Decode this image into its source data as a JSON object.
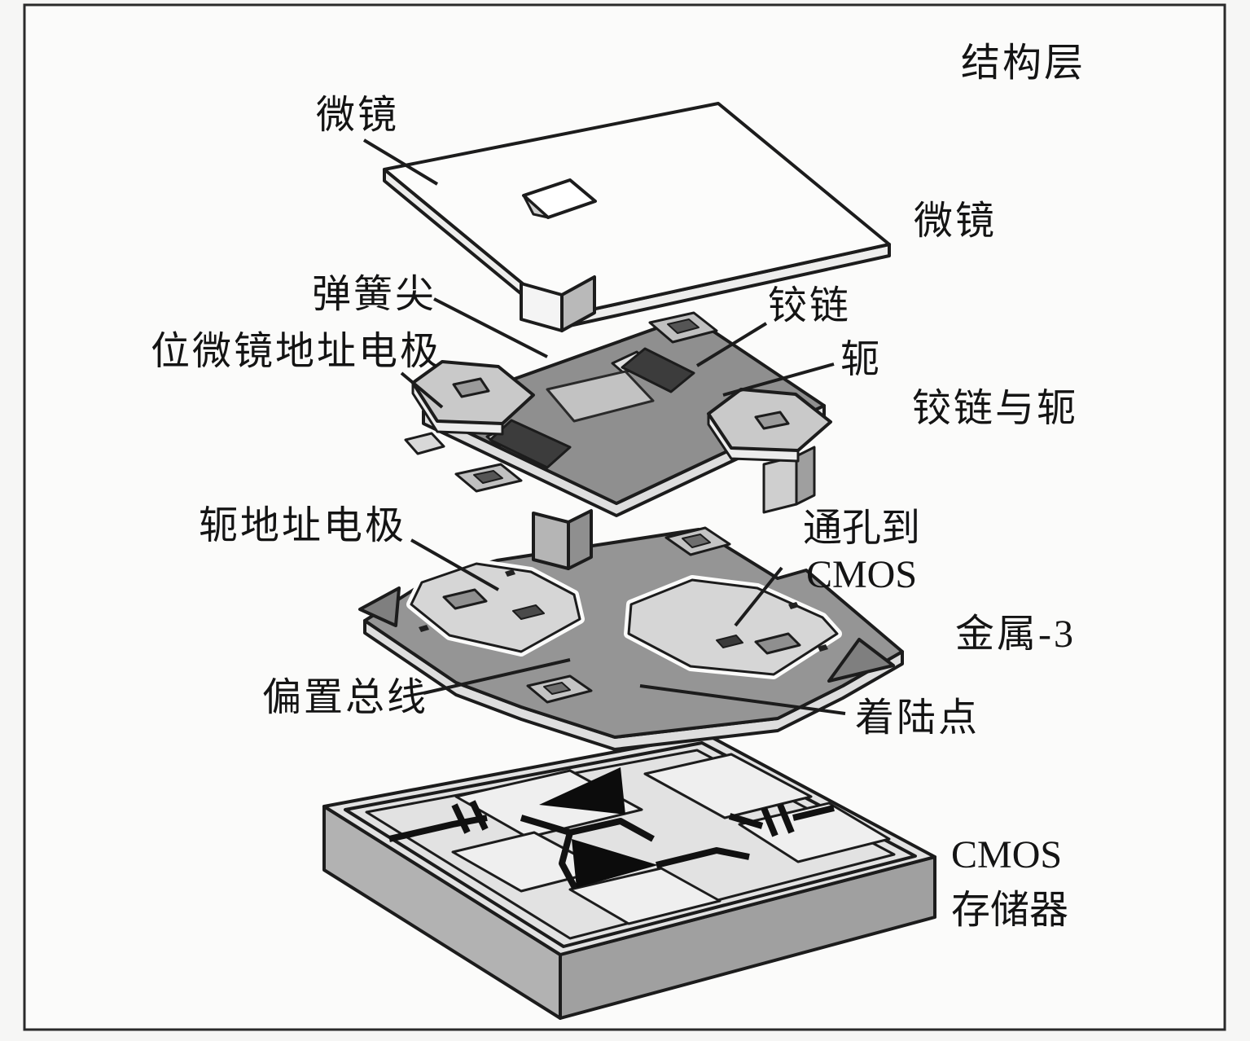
{
  "diagram": {
    "title": "结构层",
    "callouts": {
      "mirror_top": "微镜",
      "spring_tip": "弹簧尖",
      "mirror_address_electrode": "位微镜地址电极",
      "hinge": "铰链",
      "yoke": "轭",
      "yoke_address_electrode": "轭地址电极",
      "via_to_cmos_l1": "通孔到",
      "via_to_cmos_l2": "CMOS",
      "bias_bus": "偏置总线",
      "landing_site": "着陆点"
    },
    "layer_names": {
      "mirror": "微镜",
      "hinge_and_yoke": "铰链与轭",
      "metal_3": "金属-3",
      "cmos_l1": "CMOS",
      "cmos_l2": "存储器"
    },
    "colors": {
      "background": "#f6f6f5",
      "frame_line": "#2a2a2a",
      "line": "#1c1c1c",
      "mirror_fill": "#fcfcfb",
      "mirror_edge_fill": "#ededec",
      "plate_dark": "#8f8f8f",
      "plate_thickness": "#dedede",
      "pad_light": "#c9c9c9",
      "hinge_dark": "#3c3c3c",
      "metal_plate": "#959595",
      "metal_pad": "#d6d6d6",
      "triangle_gray": "#7f7f7f",
      "cmos_top": "#e2e2e2",
      "cmos_patch": "#efefef",
      "cmos_side_left": "#b2b2b2",
      "cmos_side_right": "#a0a0a0",
      "trace_black": "#111111"
    }
  }
}
